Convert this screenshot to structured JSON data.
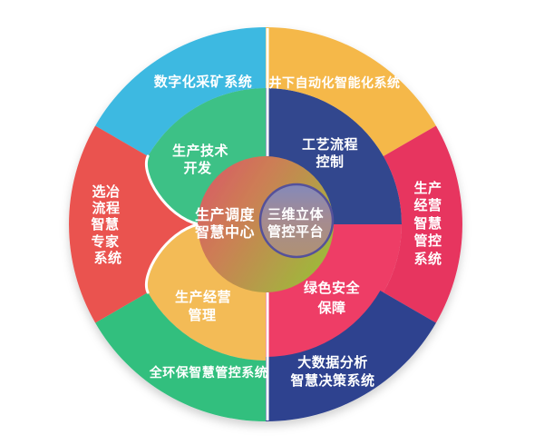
{
  "diagram": {
    "title_center": {
      "line1": "三维立体",
      "line2": "管控平台"
    },
    "hub": {
      "line1": "生产调度",
      "line2": "智慧中心"
    },
    "middle_ring": {
      "tech_development": {
        "line1": "生产技术",
        "line2": "开发"
      },
      "process_control": {
        "line1": "工艺流程",
        "line2": "控制"
      },
      "green_safety": {
        "line1": "绿色安全",
        "line2": "保障"
      },
      "operations_mgmt": {
        "line1": "生产经营",
        "line2": "管理"
      }
    },
    "outer_ring": {
      "digital_mining": "数字化采矿系统",
      "underground_automation": "井下自动化智能化系统",
      "operations_smart_control": [
        "生产",
        "经营",
        "智慧",
        "管控",
        "系统"
      ],
      "bigdata_decision": {
        "line1": "大数据分析",
        "line2": "智慧决策系统"
      },
      "environmental_control": "全环保智慧管控系统",
      "smelting_expert": [
        "选冶",
        "流程",
        "智慧",
        "专家",
        "系统"
      ]
    },
    "colors": {
      "cyan": "#3db9e1",
      "yellow_outer": "#f5b84a",
      "pink_outer": "#e7345f",
      "navy_outer": "#2d438f",
      "green_outer": "#30bf7e",
      "red": "#ea5350",
      "green_mid": "#3ec186",
      "navy_mid": "#32478e",
      "pink_mid": "#ee3e66",
      "yellow_mid": "#f3bb56",
      "hub_grad_start": "#d75f63",
      "hub_grad_mid1": "#cd7d55",
      "hub_grad_mid2": "#b59c49",
      "hub_grad_end": "#9cbb39",
      "center_grad_top": "#8489ba",
      "center_grad_mid": "#a58b90",
      "center_grad_bottom": "#b09272",
      "center_ring": "#54519a",
      "divider": "#ffffff"
    }
  }
}
